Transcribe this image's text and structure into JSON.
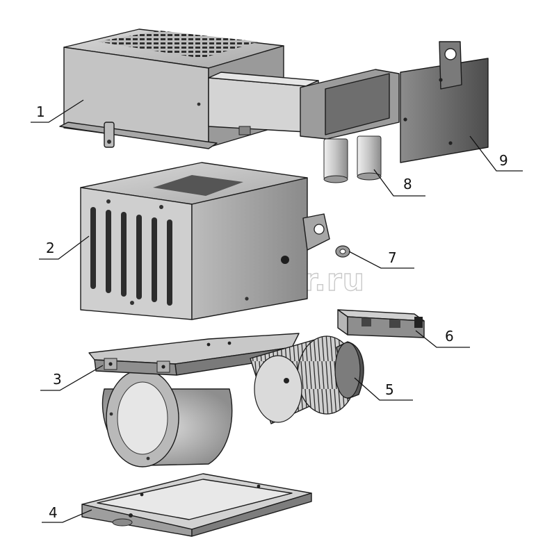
{
  "callouts": [
    {
      "id": "1",
      "label": "1"
    },
    {
      "id": "2",
      "label": "2"
    },
    {
      "id": "3",
      "label": "3"
    },
    {
      "id": "4",
      "label": "4"
    },
    {
      "id": "5",
      "label": "5"
    },
    {
      "id": "6",
      "label": "6"
    },
    {
      "id": "7",
      "label": "7"
    },
    {
      "id": "8",
      "label": "8"
    },
    {
      "id": "9",
      "label": "9"
    }
  ],
  "watermark": {
    "text": "autopiter.ru"
  },
  "colors": {
    "face_light": "#bdbdbd",
    "face_mid": "#8f8f8f",
    "face_dark": "#5e5e5e",
    "slot_dark": "#2d2d2d",
    "outline": "#1b1b1b"
  }
}
